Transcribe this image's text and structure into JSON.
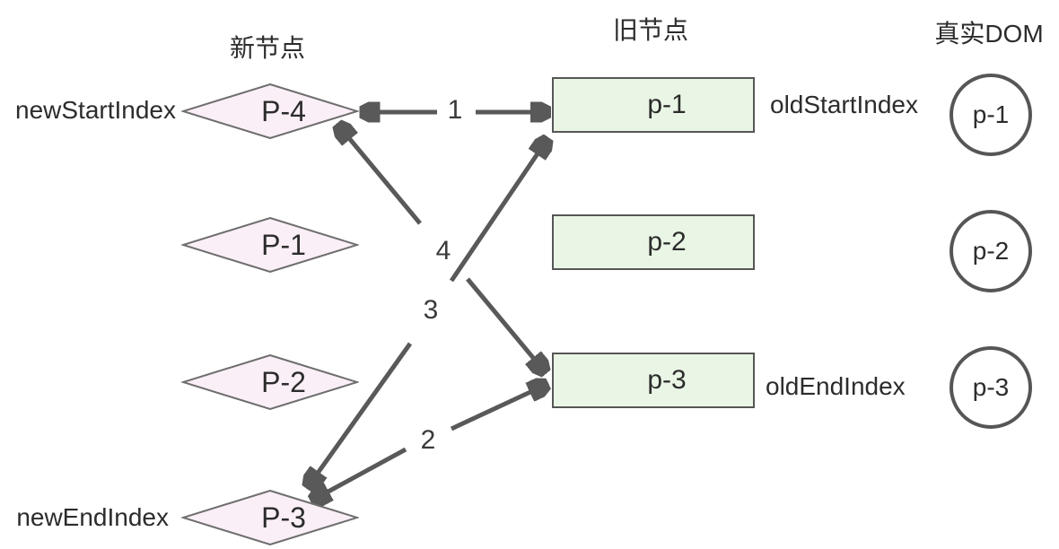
{
  "headers": {
    "new_nodes": "新节点",
    "old_nodes": "旧节点",
    "real_dom": "真实DOM"
  },
  "pointers": {
    "new_start": "newStartIndex",
    "new_end": "newEndIndex",
    "old_start": "oldStartIndex",
    "old_end": "oldEndIndex"
  },
  "new_nodes": [
    {
      "label": "P-4"
    },
    {
      "label": "P-1"
    },
    {
      "label": "P-2"
    },
    {
      "label": "P-3"
    }
  ],
  "old_nodes": [
    {
      "label": "p-1"
    },
    {
      "label": "p-2"
    },
    {
      "label": "p-3"
    }
  ],
  "real_dom_nodes": [
    {
      "label": "p-1"
    },
    {
      "label": "p-2"
    },
    {
      "label": "p-3"
    }
  ],
  "compare_steps": [
    {
      "label": "1"
    },
    {
      "label": "2"
    },
    {
      "label": "3"
    },
    {
      "label": "4"
    }
  ],
  "colors": {
    "new_node_fill": "#fbeff7",
    "old_node_fill": "#eaf6e5",
    "diamond_stroke": "#6e6e6e",
    "shape_stroke": "#565656",
    "arrow": "#595959",
    "text": "#2c2c2c"
  }
}
